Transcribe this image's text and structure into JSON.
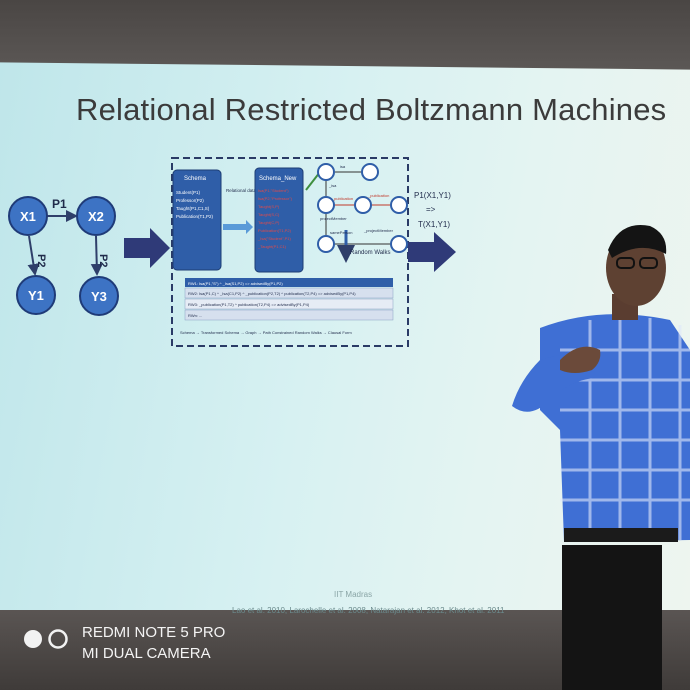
{
  "slide": {
    "title": "Relational Restricted Boltzmann Machines",
    "graph": {
      "nodes": [
        "X1",
        "X2",
        "Y1",
        "Y3"
      ],
      "edges": [
        "P1",
        "P2",
        "P2"
      ]
    },
    "schema_box": {
      "header": "Schema",
      "lines": [
        "Student(P1)",
        "Professor(P2)",
        "Taught(P1,C1,S)",
        "Publication(T1,P2)"
      ]
    },
    "transform_label": "Relational data Transformation",
    "schema_new_box": {
      "header": "Schema_New",
      "lines": [
        "Isa(P1,\"Student\")",
        "Isa(P2,\"Professor\")",
        "Taught(S,P)",
        "Taught(S,C)",
        "Taught(C,P)",
        "Publication(T1,P2)",
        "_Isa(\"Student\",P1)",
        "_Taught(P1,C1)"
      ]
    },
    "graph_labels": [
      "isa",
      "_isa",
      "publication",
      "_publication",
      "projectMember",
      "_projectMember",
      "samePerson"
    ],
    "random_walks_label": "Random Walks",
    "clause_lines": [
      "RW1: Isa(P1,\"S\") ^ _Isa(S1,P2) => advisedBy(P1,P2)",
      "RW2: Isa(P1,C) ^ _Isa(C1,P2) ^ _publication(P2,T2) ^ publication(T2,P4) => advisedBy(P1,P4)",
      "RW3: _publication(P1,T2) ^ publication(T2,P4) => advisedBy(P1,P4)",
      "RWn: ..."
    ],
    "pipeline_caption": "Schema → Transformed Schema → Graph → Path Constrained Random Walks → Clausal Form",
    "output_label_1": "P1(X1,Y1)",
    "output_arrow": "=>",
    "output_label_2": "T(X1,Y1)",
    "institution": "IIT Madras",
    "citation": "Lao et al. 2010, Larochelle et al. 2008, Natarajan et al. 2012, Khot et al. 2011"
  },
  "watermark": {
    "line1": "REDMI NOTE 5 PRO",
    "line2": "MI DUAL CAMERA"
  }
}
